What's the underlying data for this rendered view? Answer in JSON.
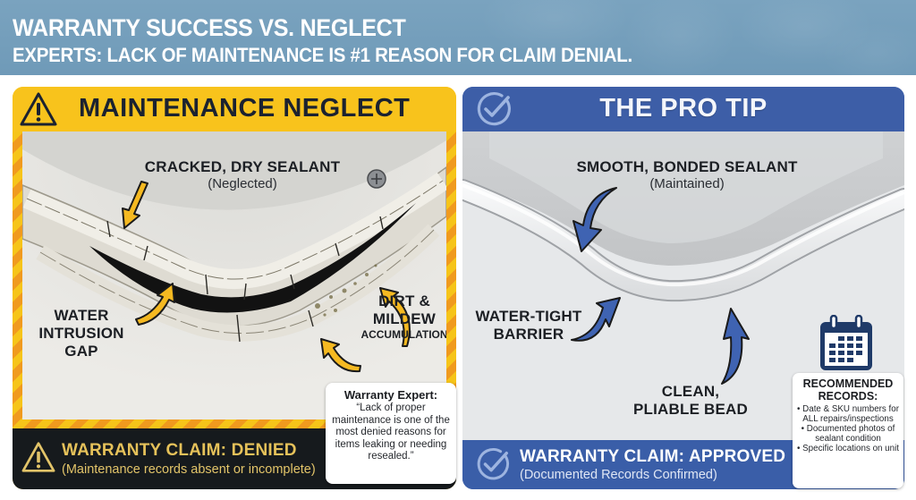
{
  "banner": {
    "title": "WARRANTY SUCCESS VS. NEGLECT",
    "subtitle": "EXPERTS: LACK OF MAINTENANCE IS #1 REASON FOR CLAIM DENIAL.",
    "color": "#7aa3bf"
  },
  "left_panel": {
    "title": "MAINTENANCE NEGLECT",
    "icon": "warning-triangle-icon",
    "accent_color": "#f7c21a",
    "stripe_color": "#f09a1e",
    "labels": {
      "cracked": {
        "title": "CRACKED, DRY SEALANT",
        "sub": "(Neglected)"
      },
      "gap": {
        "line1": "WATER",
        "line2": "INTRUSION",
        "line3": "GAP"
      },
      "dirt": {
        "line1": "DIRT &",
        "line2": "MILDEW",
        "line3": "ACCUMULATION"
      }
    },
    "footer": {
      "icon": "warning-triangle-icon",
      "title": "WARRANTY CLAIM: DENIED",
      "sub": "(Maintenance records absent or incomplete)",
      "bg_color": "#161a1d",
      "text_color": "#e6c25a"
    },
    "quote": {
      "title": "Warranty Expert:",
      "text": "“Lack of proper maintenance is one of the most denied reasons for items leaking or needing resealed.”"
    }
  },
  "right_panel": {
    "title": "THE PRO TIP",
    "icon": "check-circle-icon",
    "accent_color": "#3a5ea8",
    "labels": {
      "smooth": {
        "title": "SMOOTH, BONDED SEALANT",
        "sub": "(Maintained)"
      },
      "barrier": {
        "line1": "WATER-TIGHT",
        "line2": "BARRIER"
      },
      "bead": {
        "line1": "CLEAN,",
        "line2": "PLIABLE BEAD"
      }
    },
    "footer": {
      "icon": "check-circle-icon",
      "title": "WARRANTY CLAIM: APPROVED",
      "sub": "(Documented Records Confirmed)"
    },
    "records": {
      "icon": "calendar-icon",
      "title_line1": "RECOMMENDED",
      "title_line2": "RECORDS:",
      "items": [
        "• Date & SKU numbers for ALL repairs/inspections",
        "• Documented photos of sealant condition",
        "• Specific locations on unit"
      ]
    }
  }
}
